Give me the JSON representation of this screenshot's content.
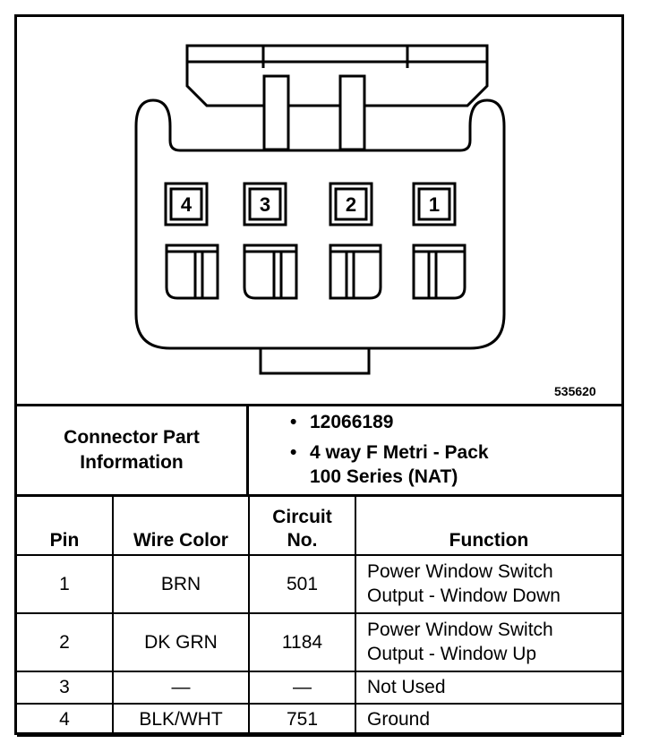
{
  "figure_number": "535620",
  "connector": {
    "pin_labels": [
      "4",
      "3",
      "2",
      "1"
    ]
  },
  "connector_info": {
    "label": "Connector Part Information",
    "items": [
      "12066189",
      "4 way F Metri - Pack",
      "100 Series (NAT)"
    ]
  },
  "pin_table": {
    "headers": {
      "pin": "Pin",
      "wire_color": "Wire Color",
      "circuit_line1": "Circuit",
      "circuit_line2": "No.",
      "function": "Function"
    },
    "rows": [
      {
        "pin": "1",
        "wire_color": "BRN",
        "circuit": "501",
        "function": "Power Window Switch\nOutput - Window Down"
      },
      {
        "pin": "2",
        "wire_color": "DK GRN",
        "circuit": "1184",
        "function": "Power Window Switch\nOutput - Window Up"
      },
      {
        "pin": "3",
        "wire_color": "—",
        "circuit": "—",
        "function": "Not Used"
      },
      {
        "pin": "4",
        "wire_color": "BLK/WHT",
        "circuit": "751",
        "function": "Ground"
      }
    ]
  }
}
